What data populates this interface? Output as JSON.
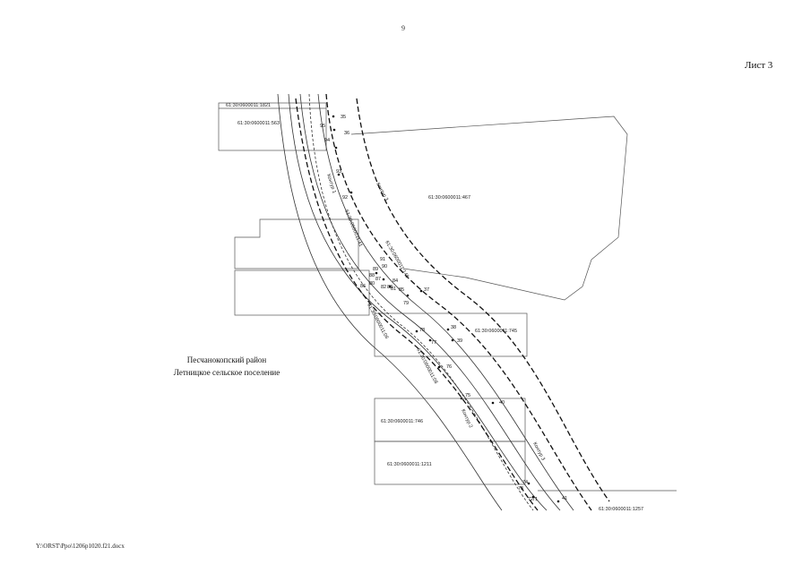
{
  "header": {
    "page_number": "9",
    "sheet_label": "Лист 3"
  },
  "district": {
    "line1": "Песчанокопский район",
    "line2": "Летницкое сельское поселение"
  },
  "footer": {
    "file_path": "Y:\\ORST\\Ppo\\1206p1020.f21.docx"
  },
  "parcels": [
    "61:30:0600011:1821",
    "61:30:0600011:563",
    "61:30:0600011:467",
    "61:30:0600011:745",
    "61:30:0600011:746",
    "61:30:0600011:1211",
    "61:30:0600011:1257"
  ],
  "contours": [
    "Контур 1",
    "Контур 2",
    "Контур 3"
  ],
  "strip_labels": [
    "61:30:0600011:41",
    "61:30:0600011:148",
    "61:30:0600011:06",
    "61:30:0600011:08"
  ],
  "points": [
    "35",
    "36",
    "95",
    "94",
    "93",
    "92",
    "91",
    "90",
    "89",
    "88",
    "87",
    "86",
    "85",
    "84",
    "83",
    "82",
    "81",
    "80",
    "79",
    "78",
    "77",
    "76",
    "75",
    "74",
    "73",
    "72",
    "71",
    "37",
    "38",
    "39",
    "40",
    "41"
  ]
}
